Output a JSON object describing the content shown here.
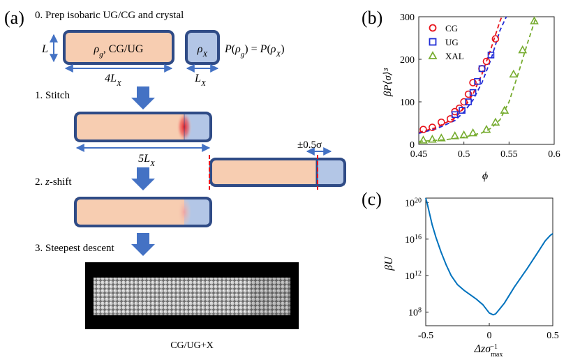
{
  "panel_a": {
    "label": "(a)",
    "steps": [
      "0. Prep isobaric UG/CG and crystal",
      "1. Stitch",
      "-shift",
      "3. Steepest descent"
    ],
    "step2_prefix": "2. ",
    "step2_italic": "z",
    "box_liquid_label": "CG/UG",
    "box_liquid_symbol": "ρ",
    "box_liquid_sub": "g",
    "box_crystal_symbol": "ρ",
    "box_crystal_sub": "X",
    "height_label": "L",
    "width_liquid_label": "4L",
    "width_liquid_sub": "X",
    "width_crystal_label": "L",
    "width_crystal_sub": "X",
    "pressure_eq": "P(ρ_g) = P(ρ_X)",
    "stitched_width_label": "5L",
    "stitched_width_sub": "X",
    "shift_label": "±0.5σ",
    "caption": "CG/UG+X",
    "colors": {
      "liquid": "#f7cdb1",
      "crystal": "#b3c6e6",
      "border": "#2f4b86",
      "arrow": "#4472c4",
      "hot": "#e8131b"
    }
  },
  "chart_data": [
    {
      "panel": "(b)",
      "type": "scatter",
      "xlabel": "ϕ",
      "ylabel": "βP⟨σ⟩³",
      "xlim": [
        0.45,
        0.6
      ],
      "ylim": [
        0,
        300
      ],
      "xticks": [
        "0.45",
        "0.5",
        "0.55",
        "0.6"
      ],
      "yticks": [
        "0",
        "100",
        "200",
        "300"
      ],
      "legend_position": "top-left",
      "series": [
        {
          "name": "CG",
          "marker": "circle",
          "color": "#e8131b",
          "x": [
            0.455,
            0.465,
            0.475,
            0.485,
            0.49,
            0.495,
            0.5,
            0.505,
            0.51,
            0.52,
            0.525,
            0.535
          ],
          "y": [
            35,
            40,
            52,
            60,
            77,
            85,
            100,
            118,
            145,
            178,
            195,
            248
          ]
        },
        {
          "name": "UG",
          "marker": "square",
          "color": "#1f2bd6",
          "x": [
            0.49,
            0.498,
            0.505,
            0.51,
            0.515,
            0.52,
            0.53
          ],
          "y": [
            70,
            80,
            100,
            122,
            148,
            178,
            210
          ]
        },
        {
          "name": "XAL",
          "marker": "triangle",
          "color": "#77ac30",
          "x": [
            0.455,
            0.465,
            0.475,
            0.49,
            0.5,
            0.51,
            0.525,
            0.535,
            0.545,
            0.555,
            0.565,
            0.578
          ],
          "y": [
            10,
            12,
            15,
            20,
            22,
            27,
            35,
            52,
            80,
            165,
            222,
            290
          ]
        }
      ],
      "fits": [
        {
          "series": "CG",
          "style": "dashed",
          "color": "#e8131b",
          "x": [
            0.45,
            0.47,
            0.49,
            0.5,
            0.51,
            0.52,
            0.53,
            0.54,
            0.542
          ],
          "y": [
            28,
            40,
            62,
            85,
            118,
            165,
            225,
            290,
            300
          ]
        },
        {
          "series": "UG",
          "style": "dashed",
          "color": "#1f2bd6",
          "x": [
            0.45,
            0.47,
            0.49,
            0.5,
            0.51,
            0.52,
            0.53,
            0.54,
            0.547
          ],
          "y": [
            26,
            37,
            56,
            76,
            104,
            145,
            200,
            268,
            300
          ]
        },
        {
          "series": "XAL",
          "style": "dashed",
          "color": "#77ac30",
          "x": [
            0.45,
            0.48,
            0.5,
            0.52,
            0.53,
            0.54,
            0.55,
            0.56,
            0.57,
            0.58
          ],
          "y": [
            7,
            11,
            17,
            27,
            38,
            58,
            100,
            165,
            235,
            300
          ]
        }
      ]
    },
    {
      "panel": "(c)",
      "type": "line",
      "xlabel": "Δzσ",
      "xlabel_sub": "max",
      "xlabel_sup": "−1",
      "ylabel": "βU",
      "xlim": [
        -0.5,
        0.5
      ],
      "ylim_log10": [
        6.5,
        20.5
      ],
      "yscale": "log",
      "xticks": [
        "-0.5",
        "0",
        "0.5"
      ],
      "yticks_exp": [
        8,
        12,
        16,
        20
      ],
      "series": [
        {
          "color": "#0072bd",
          "x": [
            -0.5,
            -0.49,
            -0.47,
            -0.45,
            -0.42,
            -0.38,
            -0.34,
            -0.3,
            -0.25,
            -0.2,
            -0.15,
            -0.1,
            -0.05,
            0.0,
            0.03,
            0.05,
            0.08,
            0.12,
            0.2,
            0.3,
            0.38,
            0.44,
            0.48,
            0.5
          ],
          "y_log10": [
            20.5,
            20.0,
            18.8,
            17.6,
            16.2,
            14.6,
            13.2,
            12.0,
            11.0,
            10.4,
            9.9,
            9.4,
            8.8,
            7.9,
            7.7,
            7.8,
            8.3,
            9.0,
            10.8,
            12.8,
            14.5,
            15.8,
            16.4,
            16.6
          ]
        }
      ]
    }
  ]
}
